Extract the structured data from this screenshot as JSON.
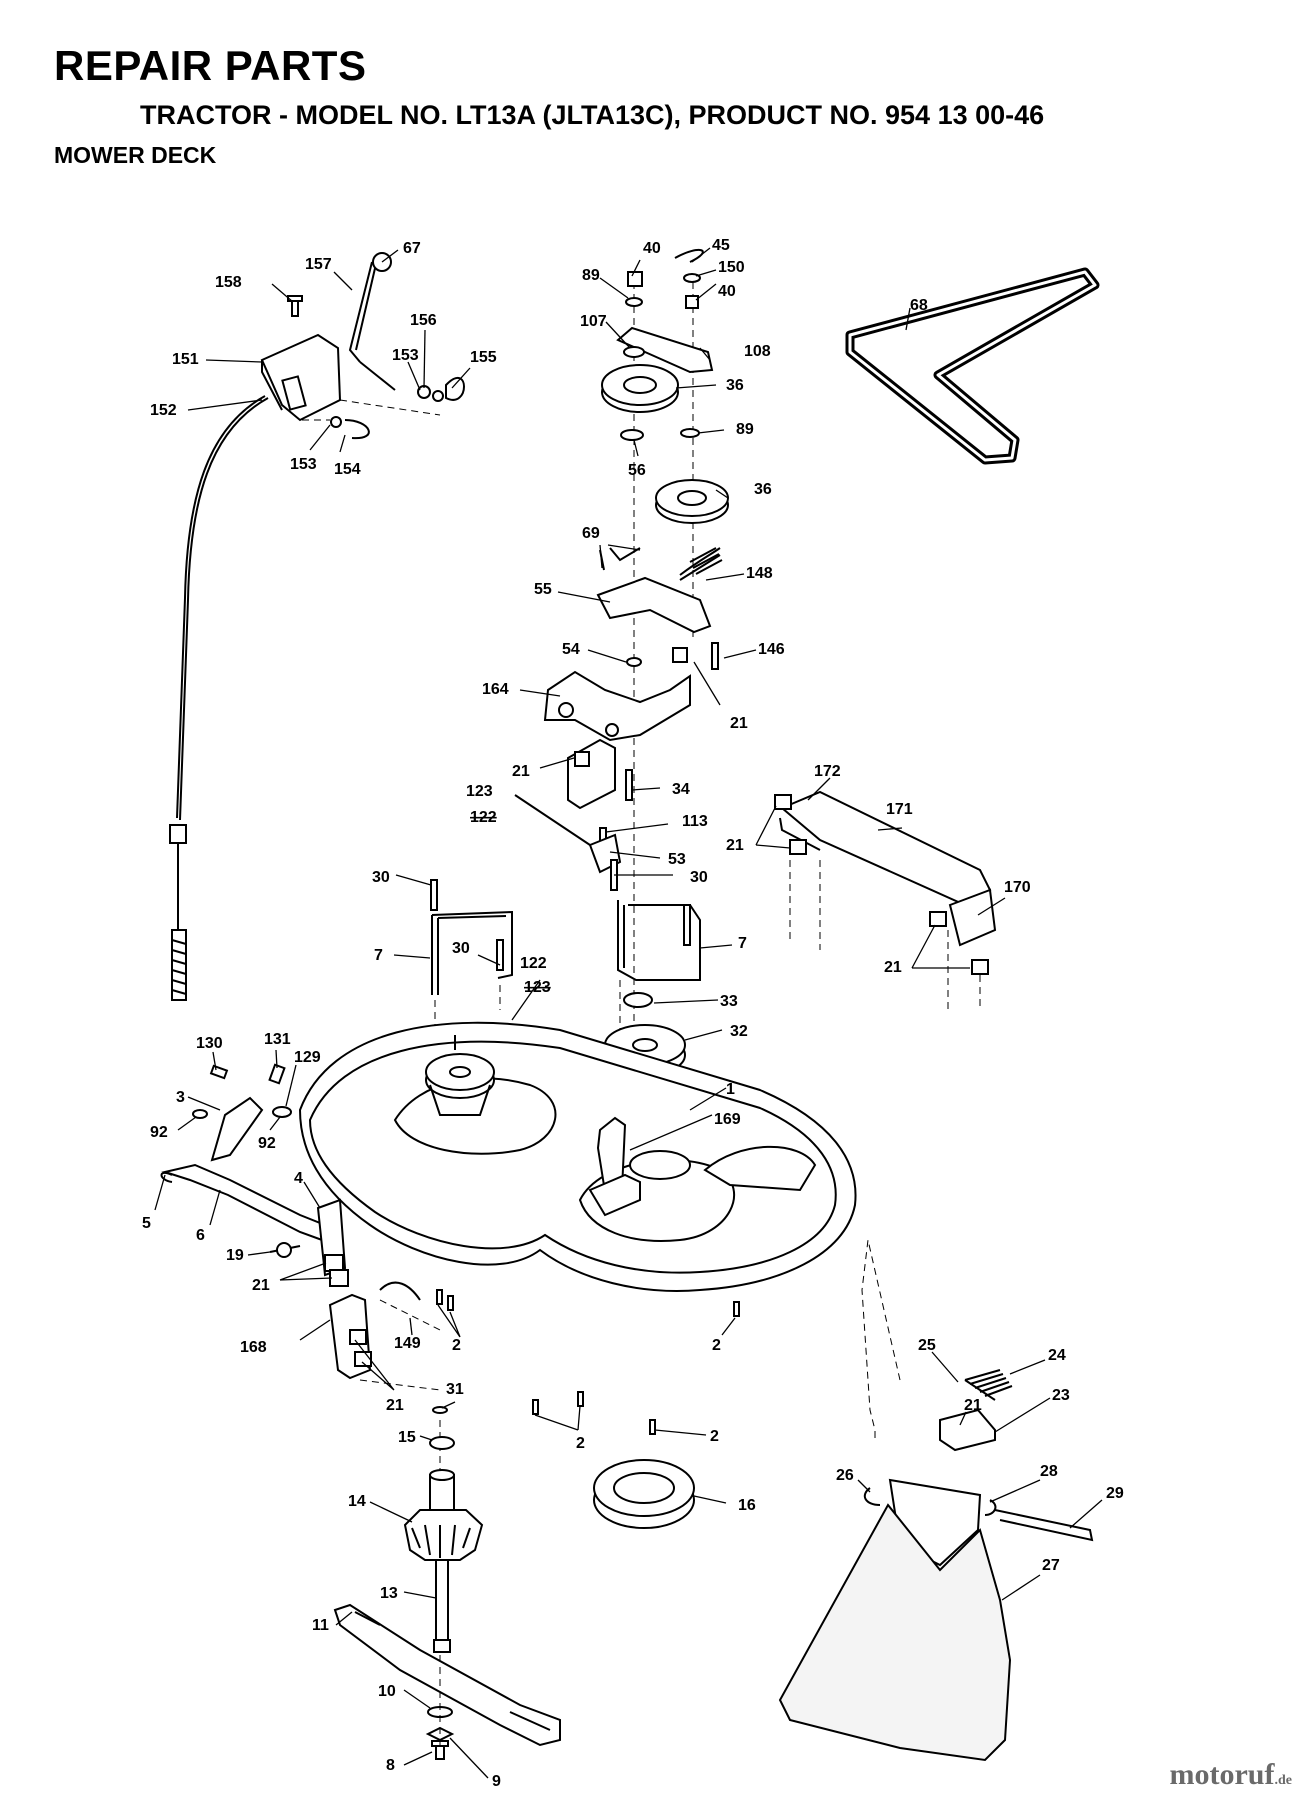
{
  "header": {
    "title": "REPAIR PARTS",
    "subtitle": "TRACTOR - MODEL NO. LT13A (JLTA13C), PRODUCT NO. 954 13 00-46",
    "section": "MOWER DECK"
  },
  "watermark": {
    "name": "motoruf",
    "tld": ".de"
  },
  "callouts": [
    "158",
    "157",
    "67",
    "151",
    "156",
    "153",
    "155",
    "152",
    "153",
    "154",
    "40",
    "45",
    "89",
    "150",
    "40",
    "107",
    "108",
    "36",
    "56",
    "89",
    "36",
    "68",
    "69",
    "148",
    "55",
    "54",
    "146",
    "21",
    "164",
    "21",
    "123",
    "122",
    "34",
    "113",
    "53",
    "172",
    "171",
    "21",
    "170",
    "21",
    "30",
    "7",
    "30",
    "122",
    "123",
    "30",
    "7",
    "33",
    "32",
    "131",
    "130",
    "129",
    "3",
    "92",
    "92",
    "1",
    "169",
    "5",
    "6",
    "4",
    "19",
    "21",
    "168",
    "149",
    "2",
    "21",
    "2",
    "2",
    "2",
    "31",
    "15",
    "14",
    "16",
    "13",
    "11",
    "10",
    "8",
    "9",
    "25",
    "24",
    "21",
    "23",
    "26",
    "28",
    "29",
    "27"
  ]
}
